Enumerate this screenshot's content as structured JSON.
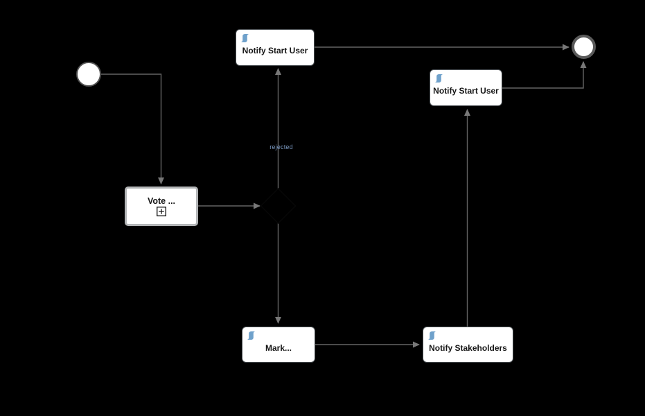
{
  "colors": {
    "background": "#000000",
    "task_fill": "#ffffff",
    "task_border": "#4b5054",
    "call_activity_border": "#b3b5b7",
    "flow_line": "#646464",
    "arrowhead": "#787878",
    "flow_label_color": "#7d9cc5",
    "script_icon": "#6fa1cb",
    "start_event_border": "#515151",
    "end_event_border": "#5a5a5a",
    "label_text": "#161616"
  },
  "diagram": {
    "nodes": {
      "start_event": {
        "type": "start-event",
        "label": ""
      },
      "vote": {
        "type": "collapsed-call-activity",
        "label": "Vote ...",
        "marker_icon": "plus-expand-marker"
      },
      "notify_start_user_top": {
        "type": "script-task",
        "label": "Notify Start User",
        "icon": "script-task-icon"
      },
      "gateway": {
        "type": "gateway",
        "label": ""
      },
      "mark": {
        "type": "script-task",
        "label": "Mark...",
        "icon": "script-task-icon"
      },
      "notify_stakeholders": {
        "type": "script-task",
        "label": "Notify Stakeholders",
        "icon": "script-task-icon"
      },
      "notify_start_user_right": {
        "type": "script-task",
        "label": "Notify Start User",
        "icon": "script-task-icon"
      },
      "end_event": {
        "type": "end-event",
        "label": ""
      }
    },
    "flows": {
      "start_to_vote": {
        "label": ""
      },
      "vote_to_gateway": {
        "label": ""
      },
      "gateway_to_notify_start_user_top": {
        "label": "rejected"
      },
      "notify_start_user_top_to_end": {
        "label": ""
      },
      "gateway_to_mark": {
        "label": ""
      },
      "mark_to_notify_stakeholders": {
        "label": ""
      },
      "notify_stakeholders_to_notify_start_user_right": {
        "label": ""
      },
      "notify_start_user_right_to_end": {
        "label": ""
      }
    }
  }
}
